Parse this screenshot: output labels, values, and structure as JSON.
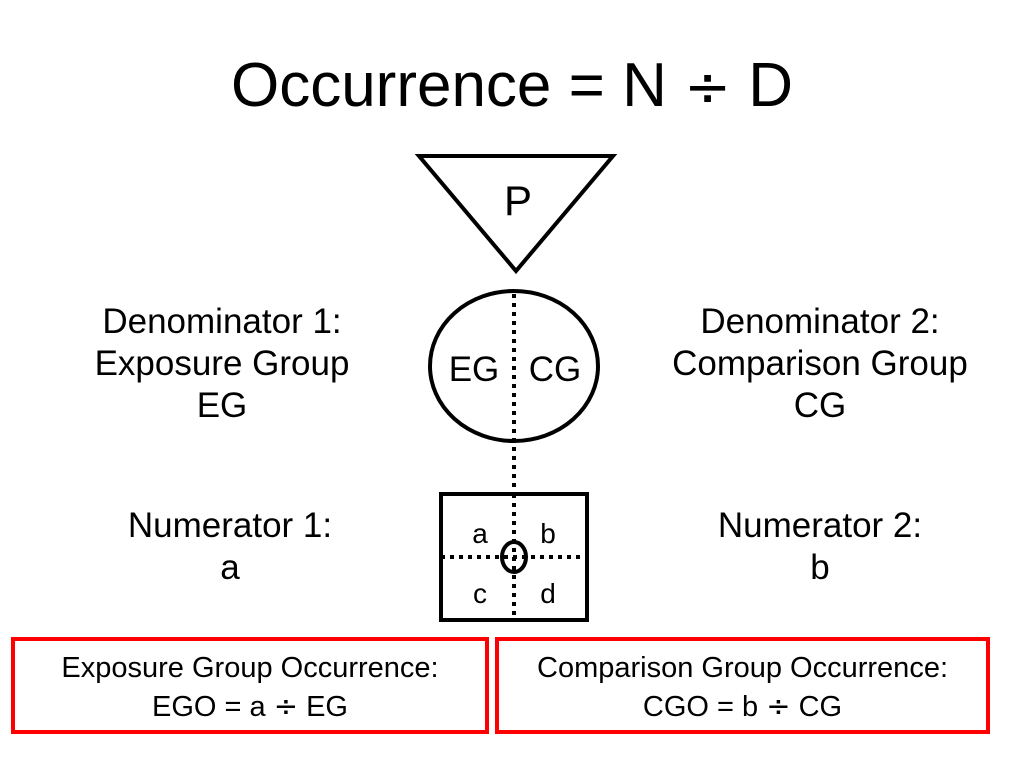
{
  "title": {
    "left": "Occurrence = N",
    "operator": "÷",
    "right": "D"
  },
  "population_triangle": {
    "label": "P"
  },
  "population_circle": {
    "left_label": "EG",
    "right_label": "CG"
  },
  "denominator_1": {
    "line1": "Denominator 1:",
    "line2": "Exposure Group",
    "line3": "EG"
  },
  "denominator_2": {
    "line1": "Denominator 2:",
    "line2": "Comparison Group",
    "line3": "CG"
  },
  "numerator_1": {
    "line1": "Numerator 1:",
    "line2": "a"
  },
  "numerator_2": {
    "line1": "Numerator 2:",
    "line2": "b"
  },
  "two_by_two_table": {
    "cell_a": "a",
    "cell_b": "b",
    "cell_c": "c",
    "cell_d": "d"
  },
  "exposure_occurrence": {
    "line1": "Exposure Group Occurrence:",
    "line2_left": "EGO = a",
    "operator": "÷",
    "line2_right": "EG"
  },
  "comparison_occurrence": {
    "line1": "Comparison Group Occurrence:",
    "line2_left": "CGO = b",
    "operator": "÷",
    "line2_right": "CG"
  },
  "colors": {
    "highlight_border": "#ff0000",
    "ink": "#000000",
    "background": "#ffffff"
  }
}
